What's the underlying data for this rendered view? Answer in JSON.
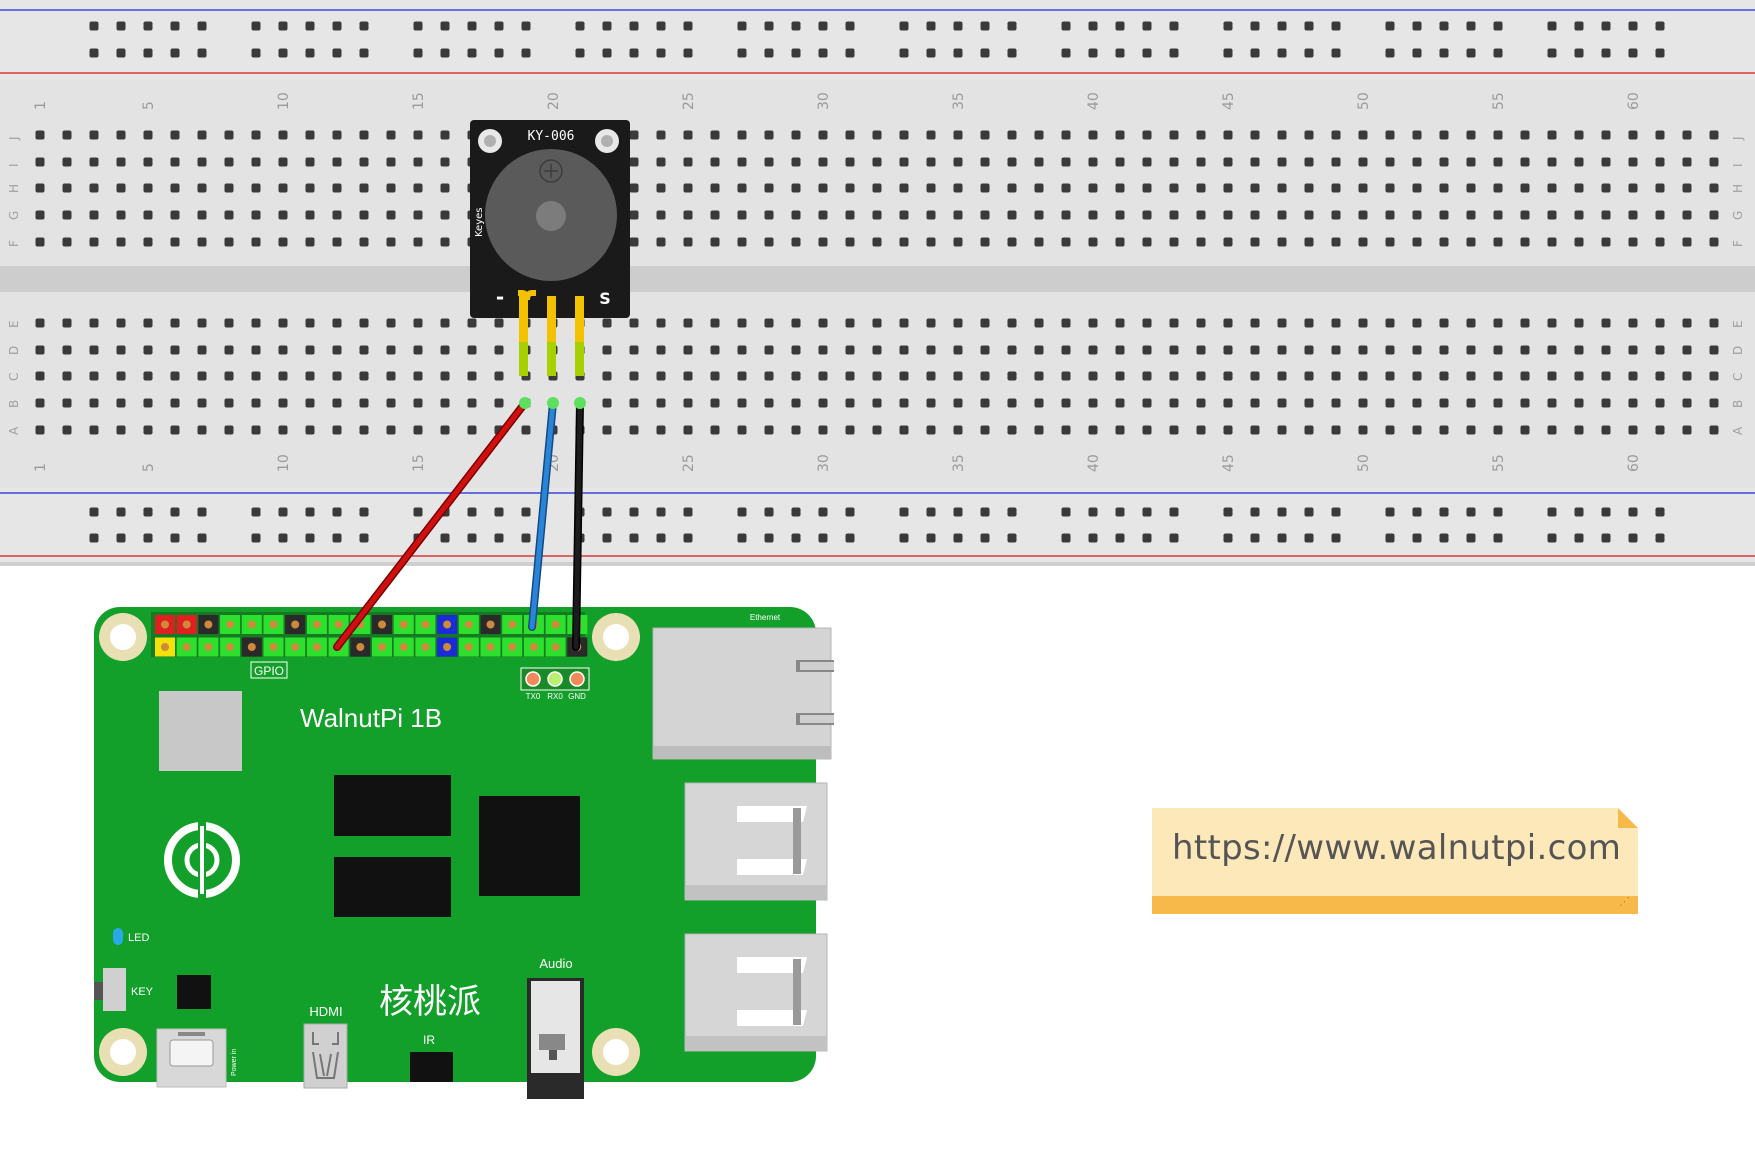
{
  "breadboard": {
    "column_numbers": [
      "1",
      "5",
      "10",
      "15",
      "20",
      "25",
      "30",
      "35",
      "40",
      "45",
      "50",
      "55",
      "60"
    ],
    "row_letters_top": [
      "J",
      "I",
      "H",
      "G",
      "F"
    ],
    "row_letters_bottom": [
      "E",
      "D",
      "C",
      "B",
      "A"
    ]
  },
  "module": {
    "name": "KY-006",
    "brand": "Keyes",
    "pin_minus": "-",
    "pin_signal": "S"
  },
  "board": {
    "name": "WalnutPi 1B",
    "name_cn": "核桃派",
    "gpio_label": "GPIO",
    "ethernet_label": "Ethernet",
    "led_label": "LED",
    "key_label": "KEY",
    "hdmi_label": "HDMI",
    "ir_label": "IR",
    "audio_label": "Audio",
    "power_label": "Power in",
    "uart_labels": [
      "TX0",
      "RX0",
      "GND"
    ]
  },
  "wires": [
    {
      "color": "#cc1111",
      "from": "module pin -",
      "to": "GPIO header"
    },
    {
      "color": "#2a7fd4",
      "from": "module pin middle",
      "to": "GPIO header"
    },
    {
      "color": "#111111",
      "from": "module pin S",
      "to": "GPIO header"
    }
  ],
  "colors": {
    "pcb": "#13a02a",
    "breadboard": "#dcdcdc",
    "note_paper": "#fce8b8",
    "note_band": "#f6b94a",
    "rail_red": "#d83a3a",
    "rail_blue": "#3a4ad8"
  },
  "note": {
    "url": "https://www.walnutpi.com"
  }
}
